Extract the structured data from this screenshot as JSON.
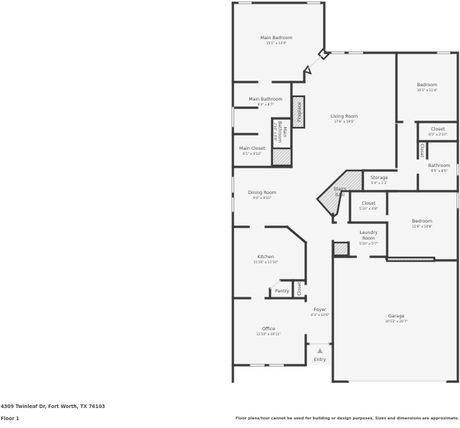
{
  "footer": {
    "address": "4309 Twinleaf Dr, Fort Worth, TX 76103",
    "floor_label": "Floor 1",
    "disclaimer": "Floor plans/tour cannot be used for building or design purposes. Sizes and dimensions are approximate."
  },
  "rooms": {
    "main_bedroom": {
      "name": "Main Bedroom",
      "dims": "15'1\" x 13'0\""
    },
    "main_bathroom": {
      "name": "Main Bathroom",
      "dims": "9'4\" x 8'7\""
    },
    "main_bathroom_small": {
      "name": "Main",
      "name2": "Bathroom",
      "dims": "2'10\" x 4'8\""
    },
    "fireplace": {
      "name": "Fireplace"
    },
    "main_closet": {
      "name": "Main Closet",
      "dims": "6'1\" x 4'10\""
    },
    "living_room": {
      "name": "Living Room",
      "dims": "17'6\" x 19'6\""
    },
    "bedroom_1": {
      "name": "Bedroom",
      "dims": "10'1\" x 11'4\""
    },
    "closet_1": {
      "name": "Closet",
      "dims": "6'5\" x 2'10\""
    },
    "closet_small": {
      "name": "Closet"
    },
    "bathroom": {
      "name": "Bathroom",
      "dims": "6'5\" x 8'0\""
    },
    "stairs": {
      "name": "Stairs",
      "name2": "(Up)"
    },
    "storage": {
      "name": "Storage",
      "dims": "5'4\" x 3'1\""
    },
    "closet_2": {
      "name": "Closet",
      "dims": "5'10\" x 4'8\""
    },
    "bedroom_2": {
      "name": "Bedroom",
      "dims": "11'8\" x 10'8\""
    },
    "dining_room": {
      "name": "Dining Room",
      "dims": "9'4\" x 9'10\""
    },
    "laundry_room": {
      "name": "Laundry",
      "name2": "Room",
      "dims": "5'10\" x 5'7\""
    },
    "kitchen": {
      "name": "Kitchen",
      "dims": "11'10\" x 11'10\""
    },
    "pantry": {
      "name": "Pantry"
    },
    "closet_kitchen": {
      "name": "Closet"
    },
    "foyer": {
      "name": "Foyer",
      "dims": "4'3\" x 10'6\""
    },
    "office": {
      "name": "Office",
      "dims": "11'10\" x 10'11\""
    },
    "garage": {
      "name": "Garage",
      "dims": "20'11\" x 20'7\""
    },
    "entry": {
      "name": "Entry"
    }
  },
  "colors": {
    "wall": "#3a3a3a",
    "floor": "#f5f5f5",
    "text": "#4a4a4a"
  }
}
